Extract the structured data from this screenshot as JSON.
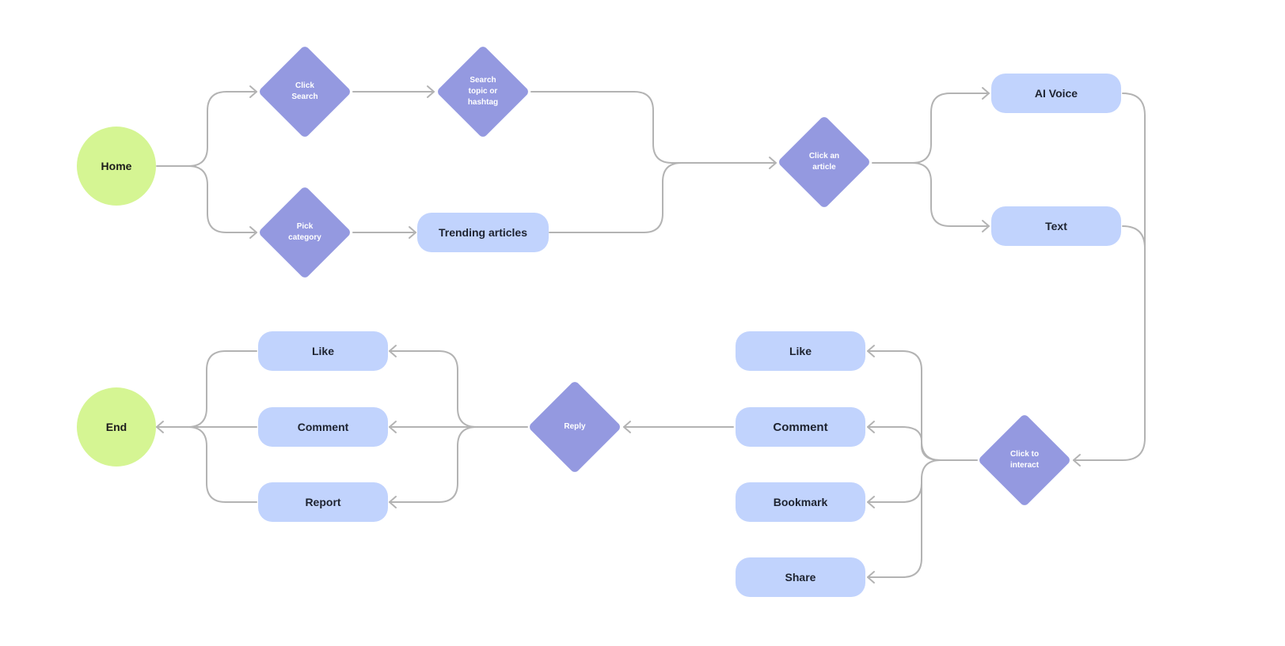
{
  "nodes": {
    "home": "Home",
    "click_search": "Click\nSearch",
    "search_topic": "Search\ntopic or\nhashtag",
    "pick_category": "Pick\ncategory",
    "trending_articles": "Trending articles",
    "click_article": "Click an\narticle",
    "ai_voice": "AI Voice",
    "text": "Text",
    "click_to_interact": "Click to\ninteract",
    "like_right": "Like",
    "comment_right": "Comment",
    "bookmark": "Bookmark",
    "share": "Share",
    "reply": "Reply",
    "like_left": "Like",
    "comment_left": "Comment",
    "report": "Report",
    "end": "End"
  },
  "colors": {
    "terminal": "#d5f593",
    "decision": "#9499e0",
    "action": "#c1d3fd",
    "connector": "#b3b3b3"
  }
}
